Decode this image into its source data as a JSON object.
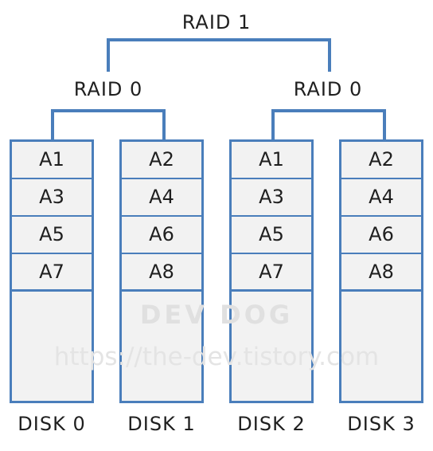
{
  "top_level": {
    "label": "RAID 1"
  },
  "groups": [
    {
      "label": "RAID 0"
    },
    {
      "label": "RAID 0"
    }
  ],
  "disks": [
    {
      "label": "DISK 0",
      "blocks": [
        "A1",
        "A3",
        "A5",
        "A7"
      ]
    },
    {
      "label": "DISK 1",
      "blocks": [
        "A2",
        "A4",
        "A6",
        "A8"
      ]
    },
    {
      "label": "DISK 2",
      "blocks": [
        "A1",
        "A3",
        "A5",
        "A7"
      ]
    },
    {
      "label": "DISK 3",
      "blocks": [
        "A2",
        "A4",
        "A6",
        "A8"
      ]
    }
  ],
  "watermark": {
    "title": "DEV DOG",
    "url": "https://the-dev.tistory.com"
  },
  "colors": {
    "line": "#4a7ebb",
    "block_fill": "#f2f2f2"
  }
}
